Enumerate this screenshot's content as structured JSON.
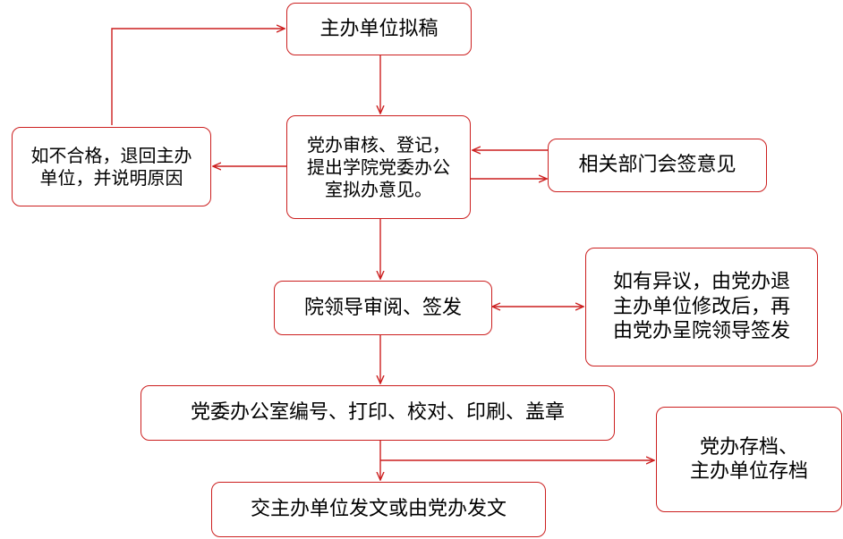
{
  "diagram": {
    "colors": {
      "line": "#cc1f1f",
      "text": "#000000",
      "background": "#ffffff"
    },
    "nodes": {
      "draft": "主办单位拟稿",
      "office_review": "党办审核、登记，\n提出学院党委办公\n室拟办意见。",
      "reject": "如不合格，退回主办\n单位，并说明原因",
      "countersign": "相关部门会签意见",
      "leader_sign": "院领导审阅、签发",
      "objection": "如有异议，由党办退\n主办单位修改后，再\n由党办呈院领导签发",
      "numbering": "党委办公室编号、打印、校对、印刷、盖章",
      "archive": "党办存档、\n主办单位存档",
      "issue": "交主办单位发文或由党办发文"
    }
  }
}
